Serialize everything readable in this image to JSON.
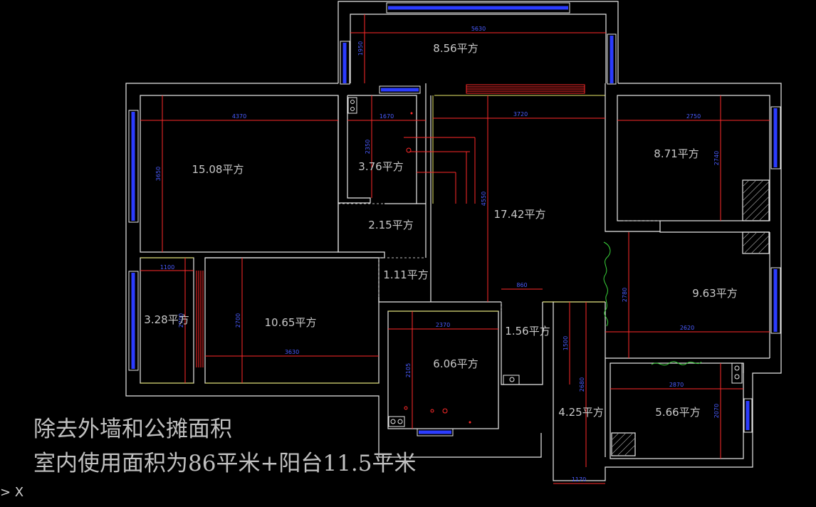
{
  "rooms": [
    {
      "id": "balcony-top",
      "label": "8.56平方"
    },
    {
      "id": "room-15-08",
      "label": "15.08平方"
    },
    {
      "id": "room-3-76",
      "label": "3.76平方"
    },
    {
      "id": "room-2-15",
      "label": "2.15平方"
    },
    {
      "id": "room-17-42",
      "label": "17.42平方"
    },
    {
      "id": "room-8-71",
      "label": "8.71平方"
    },
    {
      "id": "room-1-11",
      "label": "1.11平方"
    },
    {
      "id": "room-3-28",
      "label": "3.28平方"
    },
    {
      "id": "room-10-65",
      "label": "10.65平方"
    },
    {
      "id": "room-9-63",
      "label": "9.63平方"
    },
    {
      "id": "room-1-56",
      "label": "1.56平方"
    },
    {
      "id": "room-6-06",
      "label": "6.06平方"
    },
    {
      "id": "room-4-25",
      "label": "4.25平方"
    },
    {
      "id": "room-5-66",
      "label": "5.66平方"
    }
  ],
  "dimensions": [
    "5630",
    "1950",
    "4370",
    "3650",
    "1670",
    "3720",
    "2350",
    "2750",
    "4550",
    "1100",
    "2740"
  ],
  "dimensions_more": [
    "2700",
    "3630",
    "2370",
    "2105",
    "860",
    "1500",
    "2680",
    "2620",
    "2780",
    "2870",
    "2070",
    "1170"
  ],
  "notes": {
    "line1": "除去外墙和公摊面积",
    "line2": "室内使用面积为86平米+阳台11.5平米"
  },
  "command_prompt": "> X",
  "colors": {
    "background": "#000000",
    "wall": "#e8e8e8",
    "dimension": "#ff2a2a",
    "dimension_text": "#4a5cff",
    "window": "#2b3cff",
    "label": "#c8c8c8"
  }
}
